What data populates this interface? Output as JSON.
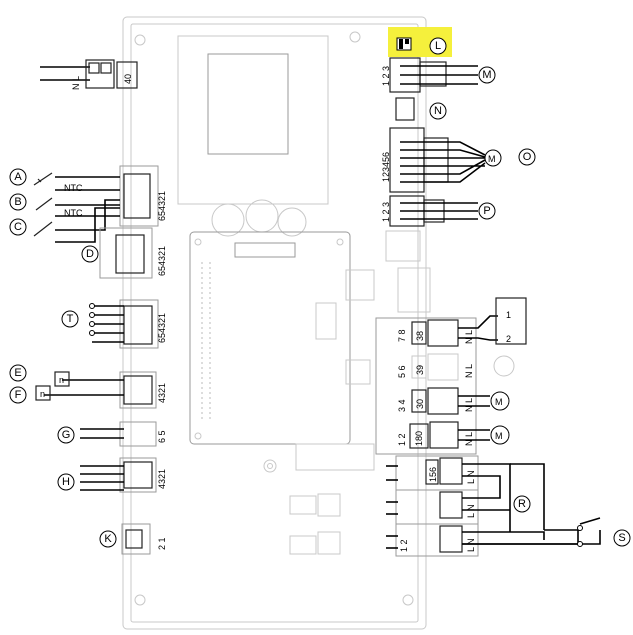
{
  "connectors": {
    "mains_pins": "N L",
    "mains_no": "40",
    "sensor_block": "654321",
    "ntc_1": "NTC",
    "ntc_2": "NTC",
    "d_block": "654321",
    "t_block": "654321",
    "e_block": "4321",
    "g_block": "6 5",
    "h_block": "4321",
    "k_block": "2 1",
    "m_pins": "1 2 3",
    "o_pins": "123456",
    "p_pins": "1 2 3",
    "plug_38_pins": "7 8",
    "plug_38_no": "38",
    "plug_39_pins": "5 6",
    "plug_39_no": "39",
    "plug_30_pins": "3 4",
    "plug_30_no": "30",
    "plug_180_pins": "1 2",
    "plug_180_no": "180",
    "plug_156_no": "156",
    "plug_bottom_pins": "1 2",
    "nl": "N L",
    "ln": "L N",
    "relay_1": "1",
    "relay_2": "2",
    "motor_m": "M",
    "sensor_n": "n"
  },
  "callouts": [
    "A",
    "B",
    "C",
    "D",
    "E",
    "F",
    "G",
    "H",
    "K",
    "L",
    "M",
    "N",
    "O",
    "P",
    "R",
    "S",
    "T"
  ],
  "colors": {
    "highlight": "#f5f03c"
  }
}
